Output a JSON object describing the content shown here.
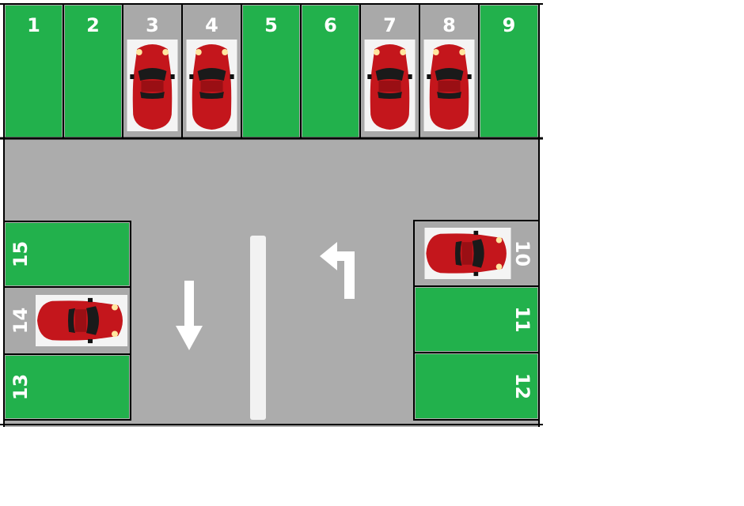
{
  "colors": {
    "asphalt": "#acacac",
    "free": "#22b14c",
    "occupied": "#a9a9a9",
    "line": "#000000",
    "marking": "#ffffff",
    "car_body": "#c4161c",
    "car_window": "#1a1a1a"
  },
  "icons": [
    "car-icon",
    "arrow-down-icon",
    "arrow-turn-left-icon"
  ],
  "spots": [
    {
      "number": "1",
      "status": "free"
    },
    {
      "number": "2",
      "status": "free"
    },
    {
      "number": "3",
      "status": "occupied"
    },
    {
      "number": "4",
      "status": "occupied"
    },
    {
      "number": "5",
      "status": "free"
    },
    {
      "number": "6",
      "status": "free"
    },
    {
      "number": "7",
      "status": "occupied"
    },
    {
      "number": "8",
      "status": "occupied"
    },
    {
      "number": "9",
      "status": "free"
    },
    {
      "number": "10",
      "status": "occupied"
    },
    {
      "number": "11",
      "status": "free"
    },
    {
      "number": "12",
      "status": "free"
    },
    {
      "number": "13",
      "status": "free"
    },
    {
      "number": "14",
      "status": "occupied"
    },
    {
      "number": "15",
      "status": "free"
    }
  ]
}
